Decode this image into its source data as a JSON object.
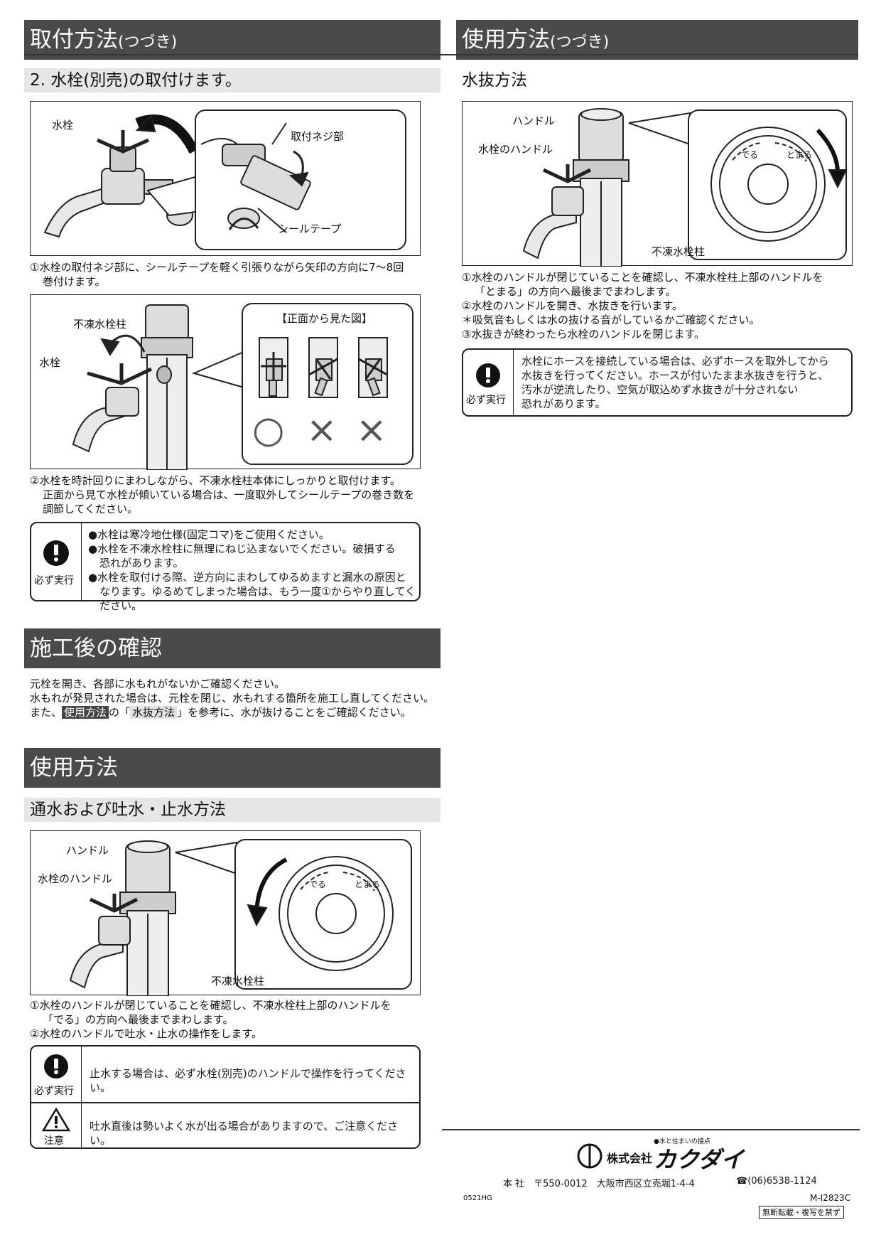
{
  "left": {
    "header_title": "取付方法",
    "header_suffix": "(つづき)",
    "step2_title": "2. 水栓(別売)の取付けます。",
    "fig1": {
      "label_faucet": "水栓",
      "label_thread": "取付ネジ部",
      "label_tape": "シールテープ"
    },
    "step2_note1_a": "①水栓の取付ネジ部に、シールテープを軽く引張りながら矢印の方向に7〜8回",
    "step2_note1_b": "巻付けます。",
    "fig2": {
      "label_column": "不凍水栓柱",
      "label_faucet": "水栓",
      "front_view": "【正面から見た図】",
      "ok_mark": "○",
      "ng_mark1": "×",
      "ng_mark2": "×"
    },
    "step2_note2_a": "②水栓を時計回りにまわしながら、不凍水栓柱本体にしっかりと取付けます。",
    "step2_note2_b": "正面から見て水栓が傾いている場合は、一度取外してシールテープの巻き数を",
    "step2_note2_c": "調節してください。",
    "warn1": {
      "label": "必ず実行",
      "line1": "●水栓は寒冷地仕様(固定コマ)をご使用ください。",
      "line2": "●水栓を不凍水栓柱に無理にねじ込まないでください。破損する",
      "line3": "恐れがあります。",
      "line4": "●水栓を取付ける際、逆方向にまわしてゆるめますと漏水の原因と",
      "line5": "なります。ゆるめてしまった場合は、もう一度①からやり直してください。"
    },
    "check_title": "施工後の確認",
    "check_line1": "元栓を開き、各部に水もれがないかご確認ください。",
    "check_line2": "水もれが発見された場合は、元栓を閉じ、水もれする箇所を施工し直してください。",
    "check_line3_a": "また、",
    "check_line3_chip1": "使用方法",
    "check_line3_b": "の「",
    "check_line3_chip2": "水抜方法",
    "check_line3_c": "」を参考に、水が抜けることをご確認ください。",
    "usage_title": "使用方法",
    "usage_sub": "通水および吐水・止水方法",
    "fig3": {
      "label_handle": "ハンドル",
      "label_faucet_handle": "水栓のハンドル",
      "label_column": "不凍水栓柱",
      "dial_on": "でる",
      "dial_off": "とまる"
    },
    "usage_note1_a": "①水栓のハンドルが閉じていることを確認し、不凍水栓柱上部のハンドルを",
    "usage_note1_b": "「でる」の方向へ最後までまわします。",
    "usage_note2": "②水栓のハンドルで吐水・止水の操作をします。",
    "warn2": {
      "label": "必ず実行",
      "text": "止水する場合は、必ず水栓(別売)のハンドルで操作を行ってください。"
    },
    "warn3": {
      "label": "注意",
      "text": "吐水直後は勢いよく水が出る場合がありますので、ご注意ください。"
    }
  },
  "right": {
    "header_title": "使用方法",
    "header_suffix": "(つづき)",
    "drain_title": "水抜方法",
    "fig4": {
      "label_handle": "ハンドル",
      "label_faucet_handle": "水栓のハンドル",
      "label_column": "不凍水栓柱",
      "dial_on": "でる",
      "dial_off": "とまる"
    },
    "drain_note1_a": "①水栓のハンドルが閉じていることを確認し、不凍水栓柱上部のハンドルを",
    "drain_note1_b": "「とまる」の方向へ最後までまわします。",
    "drain_note2": "②水栓のハンドルを開き、水抜きを行います。",
    "drain_note3": "＊吸気音もしくは水の抜ける音がしているかご確認ください。",
    "drain_note4": "③水抜きが終わったら水栓のハンドルを閉じます。",
    "warn4": {
      "label": "必ず実行",
      "line1": "水栓にホースを接続している場合は、必ずホースを取外してから",
      "line2": "水抜きを行ってください。ホースが付いたまま水抜きを行うと、",
      "line3": "汚水が逆流したり、空気が取込めず水抜きが十分されない",
      "line4": "恐れがあります。"
    }
  },
  "footer": {
    "tagline": "●水と住まいの接点",
    "company_prefix": "株式会社",
    "company_name": "カクダイ",
    "address": "本 社　〒550-0012　大阪市西区立売堀1-4-4",
    "phone": "☎(06)6538-1124",
    "code_left": "0521HG",
    "code_right": "M-I2823C",
    "notice": "無断転載・複写を禁ず"
  },
  "icons": {
    "must_do": "exclamation-circle-icon",
    "caution": "warning-triangle-icon"
  }
}
